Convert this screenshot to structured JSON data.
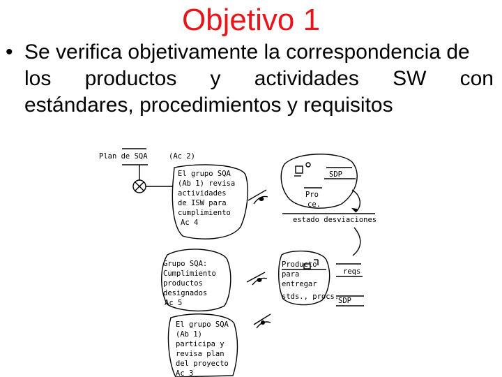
{
  "slide": {
    "title": "Objetivo 1",
    "bullet": {
      "marker": "•",
      "line1": "Se verifica objetivamente la correspondencia de",
      "line2": "los productos y actividades SW con",
      "line3": "estándares, procedimientos y requisitos"
    }
  },
  "diagram": {
    "plan_label": "Plan de SQA",
    "ac2_label": "(Ac 2)",
    "box1": [
      "El grupo SQA",
      "(Ab 1) revisa",
      "actividades",
      "de ISW para",
      "cumplimiento",
      "Ac 4"
    ],
    "sdp_top": "SDP",
    "pro_label": "Pro",
    "ce_label": "ce.",
    "estado_label": "estado desviaciones",
    "box2": [
      "Grupo SQA:",
      "Cumplimiento",
      "productos",
      "designados",
      "Ac 5"
    ],
    "product_block": {
      "line1": "Producto",
      "line2": "para",
      "line3": "entregar",
      "line4": "stds., procs.",
      "reqs": "reqs",
      "sdp": "SDP"
    },
    "box3": [
      "El grupo SQA",
      "(Ab 1)",
      "participa y",
      "revisa plan",
      "del proyecto",
      "Ac 3"
    ]
  }
}
